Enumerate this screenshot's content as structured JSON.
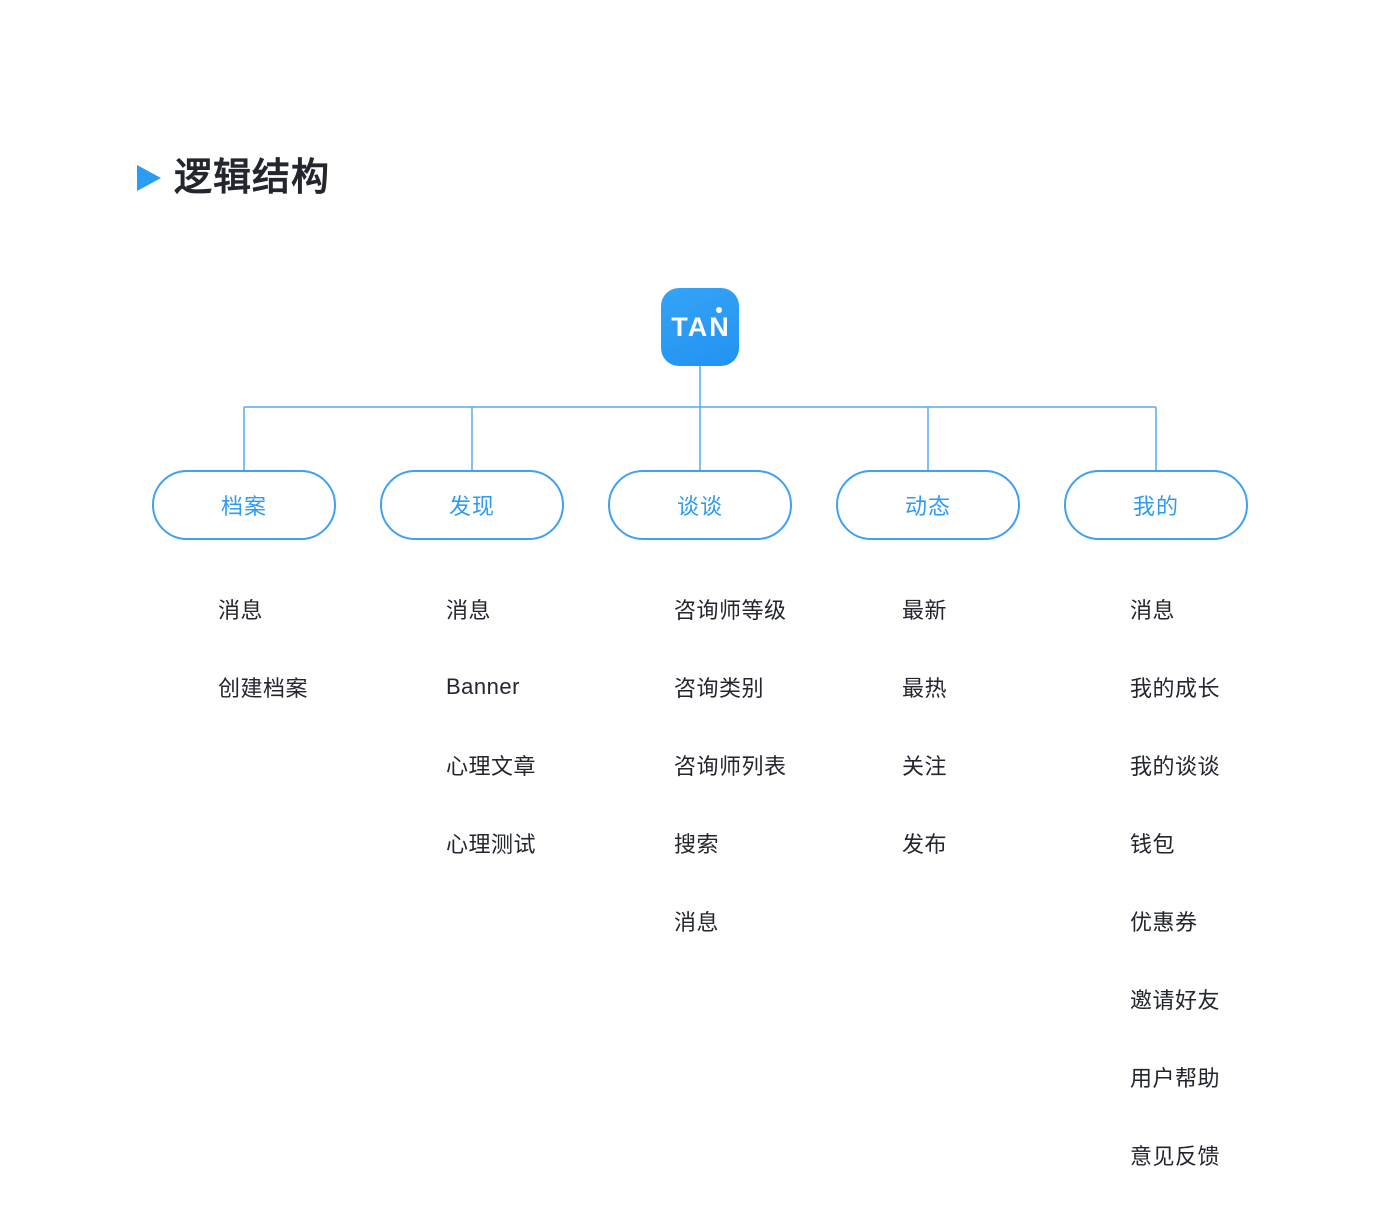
{
  "title": {
    "text": "逻辑结构",
    "marker_icon": "play-triangle-icon"
  },
  "colors": {
    "brand_blue": "#2598f3",
    "line_blue": "#56a9f7",
    "pill_border": "#3ea0f6",
    "pill_text": "#2e9af4",
    "text_dark": "#23262e",
    "background": "#ffffff"
  },
  "app": {
    "logo_text": "TAN"
  },
  "tree": {
    "columns": [
      {
        "id": "dangan",
        "label": "档案",
        "items": [
          "消息",
          "创建档案"
        ]
      },
      {
        "id": "faxian",
        "label": "发现",
        "items": [
          "消息",
          "Banner",
          "心理文章",
          "心理测试"
        ]
      },
      {
        "id": "tantan",
        "label": "谈谈",
        "items": [
          "咨询师等级",
          "咨询类别",
          "咨询师列表",
          "搜索",
          "消息"
        ]
      },
      {
        "id": "dongtai",
        "label": "动态",
        "items": [
          "最新",
          "最热",
          "关注",
          "发布"
        ]
      },
      {
        "id": "wode",
        "label": "我的",
        "items": [
          "消息",
          "我的成长",
          "我的谈谈",
          "钱包",
          "优惠券",
          "邀请好友",
          "用户帮助",
          "意见反馈"
        ]
      }
    ]
  }
}
